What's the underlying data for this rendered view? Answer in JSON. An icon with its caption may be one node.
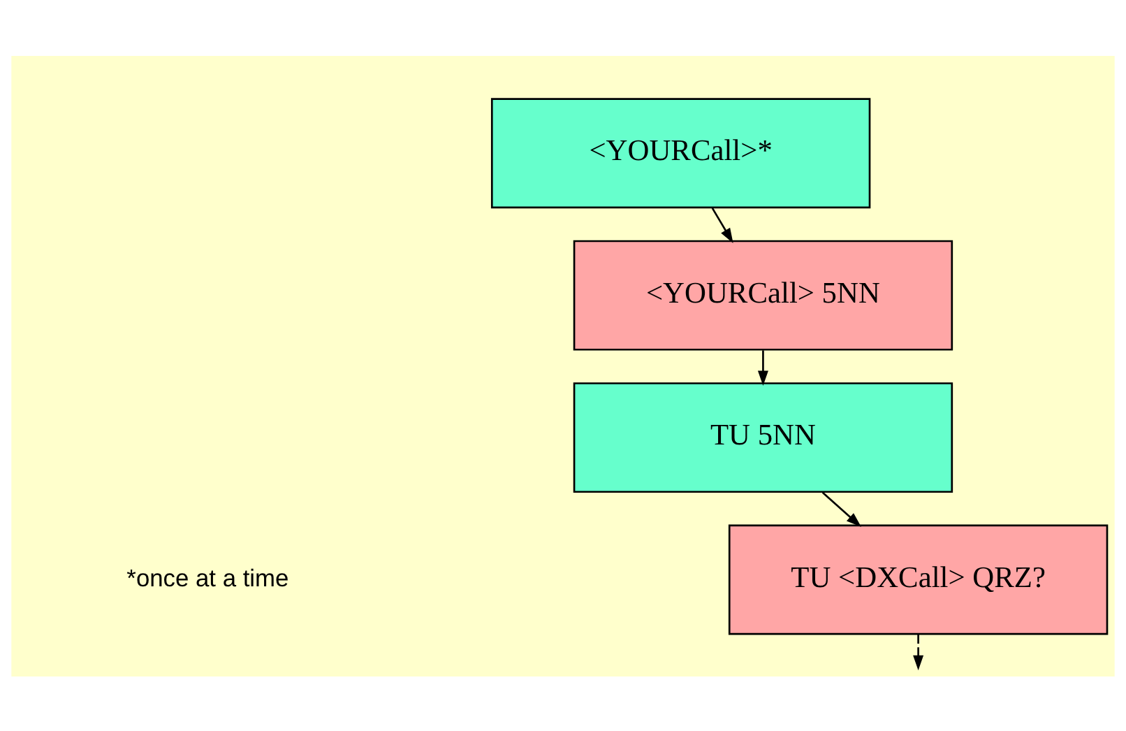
{
  "diagram": {
    "nodes": [
      {
        "text": [
          "<YOURCall>*"
        ]
      },
      {
        "text": [
          "<YOURCall> 5NN"
        ]
      },
      {
        "text": [
          "TU 5NN"
        ]
      },
      {
        "text": [
          "TU <DXCall> QRZ?"
        ]
      }
    ],
    "edges": [
      {
        "from": 0,
        "to": 1,
        "arrow": "to"
      },
      {
        "from": 1,
        "to": 2,
        "arrow": "to"
      },
      {
        "from": 2,
        "to": 3,
        "arrow": "to"
      },
      {
        "from": 3,
        "to": null,
        "arrow": "to",
        "style": "dashed"
      }
    ],
    "labels": [
      "*once at a time"
    ]
  }
}
